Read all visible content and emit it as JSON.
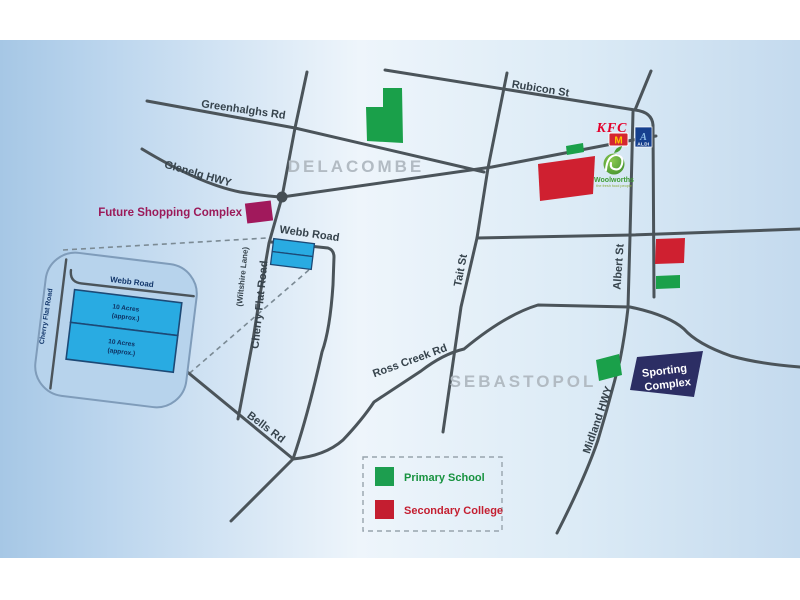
{
  "colors": {
    "road": "#4b545a",
    "road_label": "#36434c",
    "suburb_label": "#b2bbc3",
    "primary_school_green": "#1aa04a",
    "secondary_college_red": "#cf2030",
    "future_complex_magenta": "#a1195c",
    "sporting_complex_navy": "#2c2e64",
    "parcel_cyan": "#29abe2",
    "parcel_border_navy": "#1c4976",
    "inset_fill": "#b7d3ec",
    "inset_border": "#7f9cba",
    "kfc_red": "#e4002b",
    "mcdonalds_red": "#d42630",
    "mcdonalds_yellow": "#ffc600",
    "aldi_blue": "#16408e",
    "woolworths_green": "#4a9e33"
  },
  "map": {
    "suburbs": {
      "delacombe": "DELACOMBE",
      "sebastopol": "SEBASTOPOL"
    },
    "roads": {
      "greenhalghs": "Greenhalghs Rd",
      "glenelg": "Glenelg HWY",
      "rubicon": "Rubicon St",
      "webb": "Webb Road",
      "cherry_flat": "Cherry Flat Road",
      "wiltshire": "(Wiltshire Lane)",
      "tait": "Tait St",
      "albert": "Albert St",
      "midland": "Midland HWY",
      "bells": "Bells Rd",
      "ross_creek": "Ross Creek Rd"
    },
    "pois": {
      "future_shopping": "Future Shopping Complex",
      "sporting_line1": "Sporting",
      "sporting_line2": "Complex",
      "kfc": "KFC",
      "mcdonalds_m": "M",
      "aldi_a": "A",
      "aldi": "ALDI",
      "woolworths": "Woolworths",
      "woolworths_tagline": "the fresh food people"
    },
    "inset": {
      "webb": "Webb Road",
      "cherry_flat": "Cherry Flat Road",
      "lot1_line1": "10 Acres",
      "lot1_line2": "(approx.)",
      "lot2_line1": "10 Acres",
      "lot2_line2": "(approx.)"
    },
    "legend": {
      "primary": "Primary School",
      "secondary": "Secondary College"
    }
  }
}
